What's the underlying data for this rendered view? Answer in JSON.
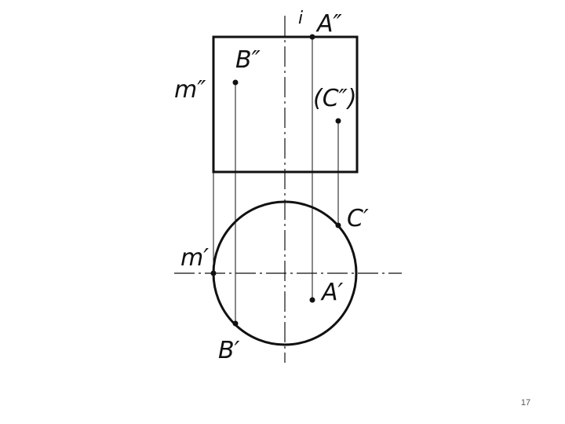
{
  "labels": {
    "axis_top": "i",
    "a2": "A″",
    "b2": "B″",
    "c2": "(C″)",
    "m2": "m″",
    "c1": "C′",
    "m1": "m′",
    "a1": "A′",
    "b1": "B′"
  },
  "page_number": "17"
}
